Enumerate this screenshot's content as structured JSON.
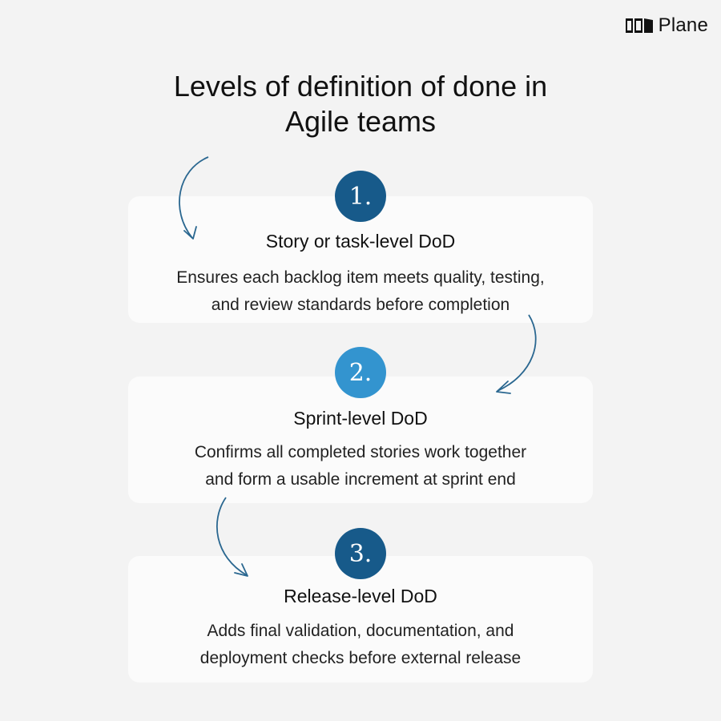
{
  "brand": {
    "name": "Plane"
  },
  "title": {
    "line1": "Levels of definition of done in",
    "line2": "Agile teams"
  },
  "colors": {
    "step1": "#175a8a",
    "step2": "#3394cf",
    "step3": "#175a8a",
    "arrow": "#2a6790"
  },
  "steps": [
    {
      "number": "1.",
      "title": "Story or task-level DoD",
      "desc_line1": "Ensures each backlog item meets quality, testing,",
      "desc_line2": "and review standards before completion"
    },
    {
      "number": "2.",
      "title": "Sprint-level DoD",
      "desc_line1": "Confirms all completed stories work together",
      "desc_line2": "and form a usable increment at sprint end"
    },
    {
      "number": "3.",
      "title": "Release-level DoD",
      "desc_line1": "Adds final validation, documentation, and",
      "desc_line2": "deployment checks before external release"
    }
  ]
}
